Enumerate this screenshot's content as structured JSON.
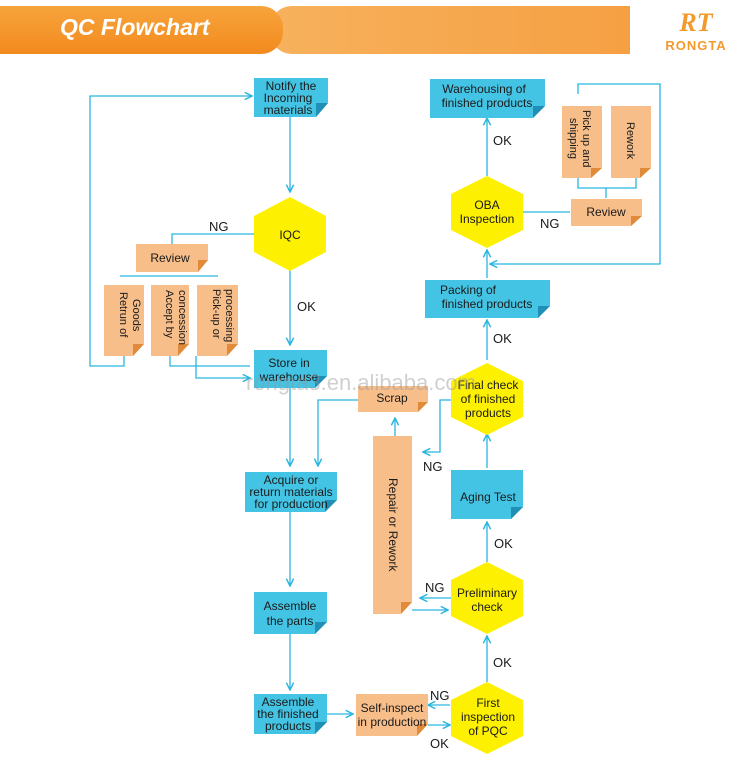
{
  "header": {
    "title": "QC Flowchart"
  },
  "logo": {
    "mark": "RT",
    "name": "RONGTA"
  },
  "watermark": "rongta3.en.alibaba.com",
  "colors": {
    "process": "#44c4e4",
    "decision": "#fdf000",
    "orange": "#f7be8a",
    "line": "#29b6df",
    "header": "#f39323"
  },
  "nodes": {
    "notify": [
      "Notify the",
      "Incoming",
      "materials"
    ],
    "iqc": [
      "IQC"
    ],
    "review_left": [
      "Review"
    ],
    "return_goods": [
      "Retrun of",
      "Goods"
    ],
    "accept": [
      "Accept by",
      "concession"
    ],
    "pickup_left": [
      "Pick-up or",
      "processing"
    ],
    "store": [
      "Store in",
      "warehouse"
    ],
    "acquire": [
      "Acquire or",
      "return materials",
      "for production"
    ],
    "assemble_parts": [
      "Assemble",
      "the parts"
    ],
    "assemble_finished": [
      "Assemble",
      "the finished",
      "products"
    ],
    "self_inspect": [
      "Self-inspect",
      "in production"
    ],
    "first_inspection": [
      "First",
      "inspection",
      "of PQC"
    ],
    "preliminary": [
      "Preliminary",
      "check"
    ],
    "aging": [
      "Aging Test"
    ],
    "final_check": [
      "Final check",
      "of finished",
      "products"
    ],
    "scrap": [
      "Scrap"
    ],
    "repair": [
      "Repair or Rework"
    ],
    "packing": [
      "Packing of",
      "finished products"
    ],
    "oba": [
      "OBA",
      "Inspection"
    ],
    "review_right": [
      "Review"
    ],
    "rework": [
      "Rework"
    ],
    "pickup_right": [
      "Pick up and",
      "shipping"
    ],
    "warehousing": [
      "Warehousing of",
      "finished products"
    ]
  },
  "edge_labels": {
    "iqc_ng": "NG",
    "iqc_ok": "OK",
    "final_ng": "NG",
    "prelim_ng": "NG",
    "prelim_ok": "OK",
    "first_ok_up": "OK",
    "first_ng": "NG",
    "first_ok": "OK",
    "packing_ok": "OK",
    "oba_ng": "NG",
    "oba_ok": "OK"
  }
}
